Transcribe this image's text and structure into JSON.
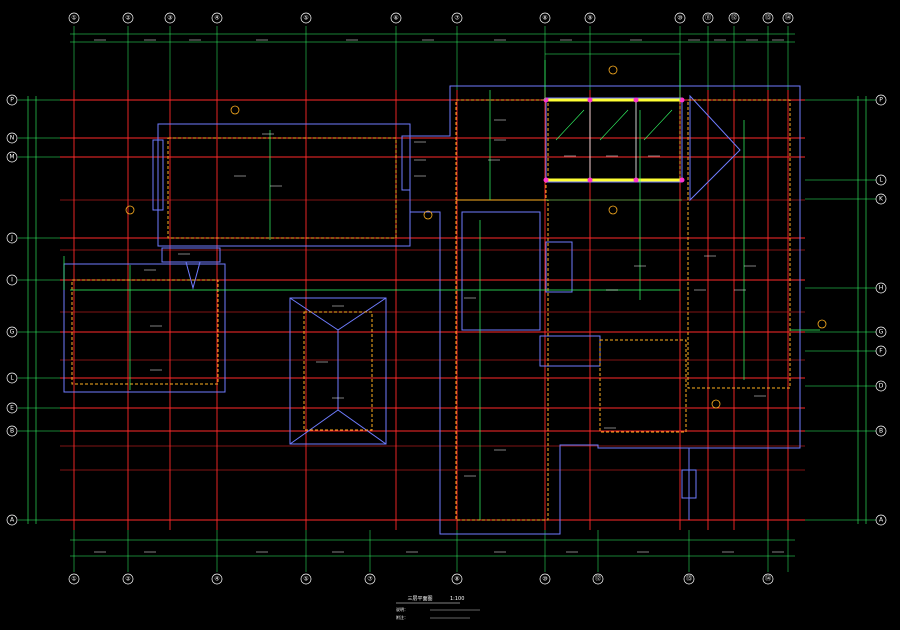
{
  "colors": {
    "background": "#000000",
    "grid_red": "#ff2a2a",
    "axis_green": "#33ff66",
    "outline_blue": "#6f7cff",
    "dashed_orange": "#ffb020",
    "accent_yellow": "#ffff33",
    "accent_magenta": "#ff33cc",
    "text_white": "#ffffff"
  },
  "axes_top": [
    "①",
    "②",
    "③",
    "④",
    "⑤",
    "⑥",
    "⑦",
    "⑧",
    "⑨",
    "⑩",
    "⑪",
    "⑫",
    "⑬",
    "⑭"
  ],
  "axes_bottom": [
    "①",
    "②",
    "④",
    "⑤",
    "⑦",
    "⑧",
    "⑩",
    "⑫",
    "⑬",
    "⑭"
  ],
  "axes_left": [
    "P",
    "N",
    "M",
    "J",
    "I",
    "G",
    "L",
    "E",
    "B",
    "A"
  ],
  "axes_right": [
    "P",
    "L",
    "K",
    "H",
    "G",
    "F",
    "D",
    "B",
    "A"
  ],
  "plan_title": "三层平面图",
  "plan_scale": "1:100",
  "notes": [
    "说明：",
    "附注："
  ]
}
